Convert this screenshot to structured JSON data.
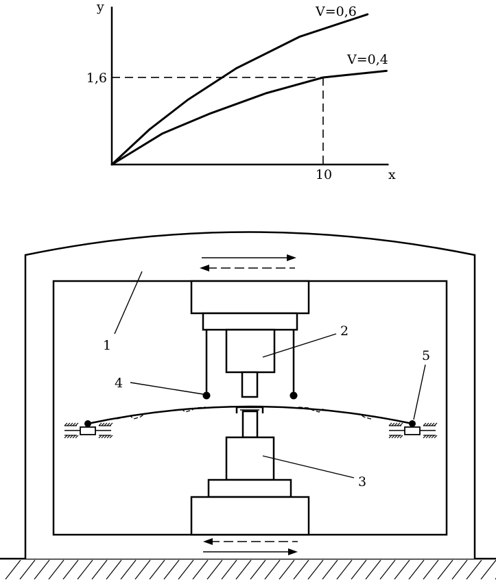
{
  "chart_data": {
    "type": "line",
    "xlabel": "x",
    "ylabel": "y",
    "x_ticks": [
      "10"
    ],
    "y_ticks": [
      "1,6"
    ],
    "xlim": [
      0,
      13.1
    ],
    "ylim": [
      0,
      2.9
    ],
    "grid": false,
    "series": [
      {
        "name": "V=0,6",
        "x": [
          0,
          1.8,
          3.6,
          5.9,
          8.9,
          12.1
        ],
        "y": [
          0,
          0.65,
          1.19,
          1.77,
          2.35,
          2.76
        ]
      },
      {
        "name": "V=0,4",
        "x": [
          0,
          2.4,
          4.6,
          7.3,
          10.0,
          13.0
        ],
        "y": [
          0,
          0.57,
          0.93,
          1.31,
          1.6,
          1.72
        ]
      }
    ],
    "reference": {
      "x": 10,
      "y": 1.6
    }
  },
  "diagram": {
    "callouts": [
      "1",
      "2",
      "3",
      "4",
      "5"
    ]
  }
}
